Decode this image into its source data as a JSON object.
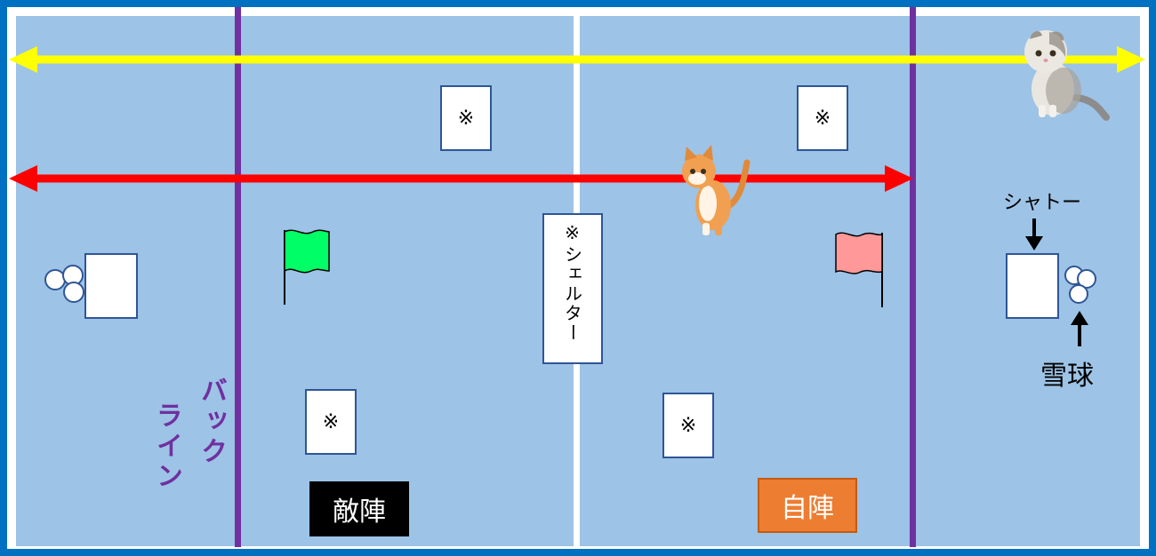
{
  "field": {
    "shelter_mark": "※",
    "shelter_label": "シェルター",
    "back_line_label_1": "バック",
    "back_line_label_2": "ライン",
    "enemy_camp_label": "敵陣",
    "own_camp_label": "自陣",
    "chateau_label": "シャトー",
    "snowball_label": "雪球"
  },
  "colors": {
    "field": "#9dc3e6",
    "frame": "#0070c0",
    "back_line": "#7030a0",
    "yellow_arrow": "#ffff00",
    "red_arrow": "#ff0000",
    "enemy_flag": "#00ff66",
    "own_flag": "#ff9999",
    "enemy_camp": "#000000",
    "own_camp": "#ed7d31"
  },
  "icons": [
    "cat-grey-icon",
    "cat-orange-icon",
    "green-flag-icon",
    "pink-flag-icon",
    "snowball-icon"
  ]
}
